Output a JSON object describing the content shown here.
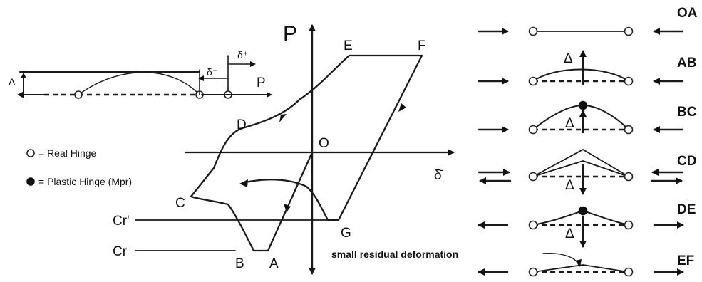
{
  "axis": {
    "p_label": "P",
    "delta_label": "δ̄"
  },
  "points": {
    "O": "O",
    "A": "A",
    "B": "B",
    "C": "C",
    "D": "D",
    "E": "E",
    "F": "F",
    "G": "G"
  },
  "levels": {
    "cr_prime": "Cr'",
    "cr": "Cr"
  },
  "legend": {
    "real_hinge": "= Real Hinge",
    "plastic_hinge": "= Plastic Hinge (Mpr)"
  },
  "member_sketch": {
    "delta": "Δ",
    "delta_minus": "δ⁻",
    "delta_plus": "δ⁺",
    "p": "P"
  },
  "stages": [
    "OA",
    "AB",
    "BC",
    "CD",
    "DE",
    "EF"
  ],
  "stage_delta": "Δ",
  "residual_note": "small residual deformation"
}
